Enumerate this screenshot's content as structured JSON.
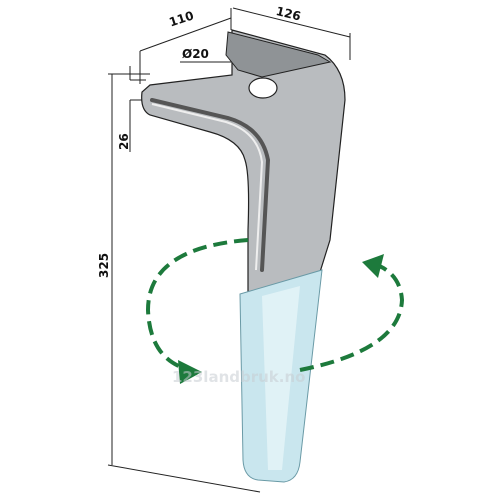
{
  "dimensions": {
    "width_top": "110",
    "width_right": "126",
    "hole": "Ø20",
    "thickness": "26",
    "height": "325"
  },
  "watermark": {
    "text": "123landbruk.no"
  },
  "colors": {
    "steel": "#b9bcbf",
    "steel_dark": "#8f9396",
    "tip": "#c9e6ee",
    "tip_edge": "#9ccad6",
    "arrow": "#1d7a3c",
    "outline": "#222222"
  },
  "icons": {
    "rotation": "rotation-arrows-icon"
  }
}
